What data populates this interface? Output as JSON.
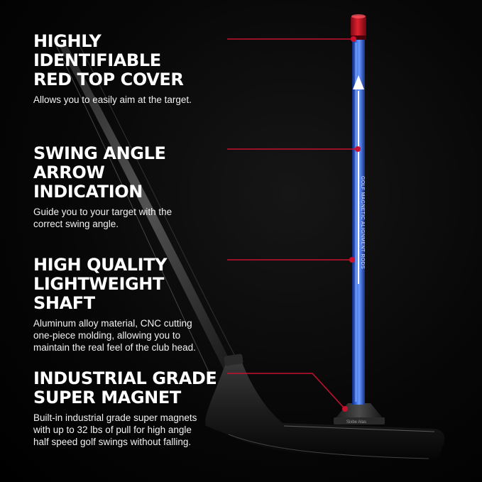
{
  "features": [
    {
      "title_line1": "HIGHLY IDENTIFIABLE",
      "title_line2": "RED TOP COVER",
      "desc_lines": [
        "Allows you to easily aim at the target."
      ]
    },
    {
      "title_line1": "SWING ANGLE ARROW",
      "title_line2": "INDICATION",
      "desc_lines": [
        "Guide you to your target with the",
        "correct swing angle."
      ]
    },
    {
      "title_line1": "HIGH QUALITY",
      "title_line2": "LIGHTWEIGHT SHAFT",
      "desc_lines": [
        "Aluminum alloy material, CNC cutting",
        "one-piece molding, allowing you to",
        "maintain the real feel of the club head."
      ]
    },
    {
      "title_line1": "INDUSTRIAL GRADE",
      "title_line2": "SUPER MAGNET",
      "desc_lines": [
        "Built-in industrial grade super magnets",
        "with up to 32 lbs of pull for high angle",
        "half speed golf swings without falling."
      ]
    }
  ],
  "rod_label": "GOLF MAGNETIC ALIGNMENT RODS",
  "base_label": "Sixbe Alas",
  "colors": {
    "accent_red": "#c8102e",
    "rod_blue": "#2f63e0",
    "background": "#000000"
  }
}
